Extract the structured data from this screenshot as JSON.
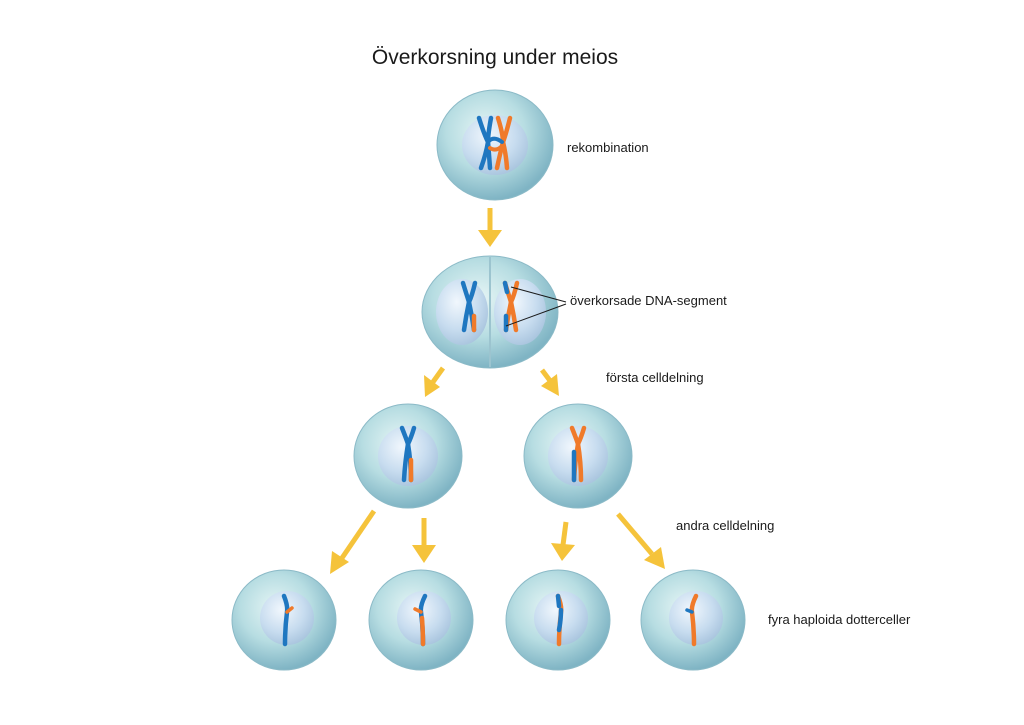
{
  "title": "Överkorsning under meios",
  "labels": {
    "recombination": "rekombination",
    "crossed_segments": "överkorsade DNA-segment",
    "first_division": "första celldelning",
    "second_division": "andra celldelning",
    "daughter_cells": "fyra haploida dotterceller"
  },
  "colors": {
    "chromosome_blue": "#1f77c0",
    "chromosome_orange": "#f07a2a",
    "arrow": "#f5c33b",
    "cell_outer": "#a9d2dc",
    "cell_inner": "#c6ddf0"
  }
}
